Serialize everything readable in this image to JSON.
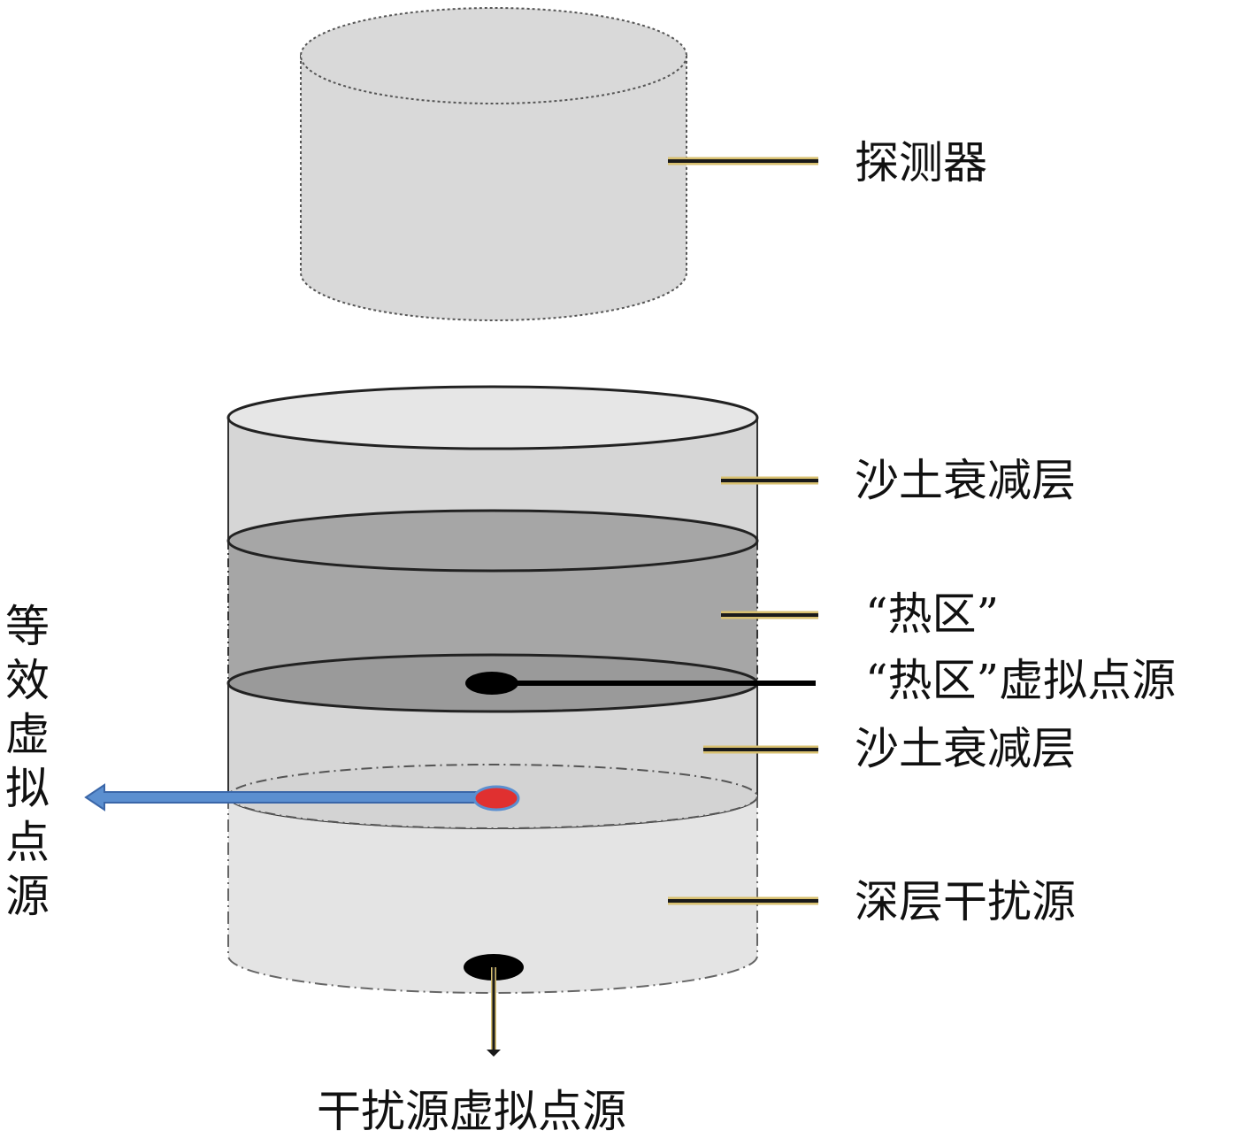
{
  "labels": {
    "detector": "探测器",
    "sand_layer_top": "沙土衰减层",
    "hot_zone": "“热区”",
    "hot_zone_virtual_source": "“热区”虚拟点源",
    "sand_layer_bottom": "沙土衰减层",
    "deep_interference": "深层干扰源",
    "interference_virtual_source": "干扰源虚拟点源",
    "equivalent_virtual_source": "等效虚拟点源"
  },
  "colors": {
    "detector_fill": "#d9d9d9",
    "sand_fill": "#d6d6d6",
    "hot_zone_fill": "#a6a6a6",
    "deep_fill": "#e4e4e4",
    "leader_line": "#1a1a1a",
    "leader_glow": "#d8c070",
    "point_source": "#000000",
    "equivalent_source": "#e03030",
    "arrow_fill": "#5b8fd0",
    "arrow_stroke": "#3a66a8"
  }
}
